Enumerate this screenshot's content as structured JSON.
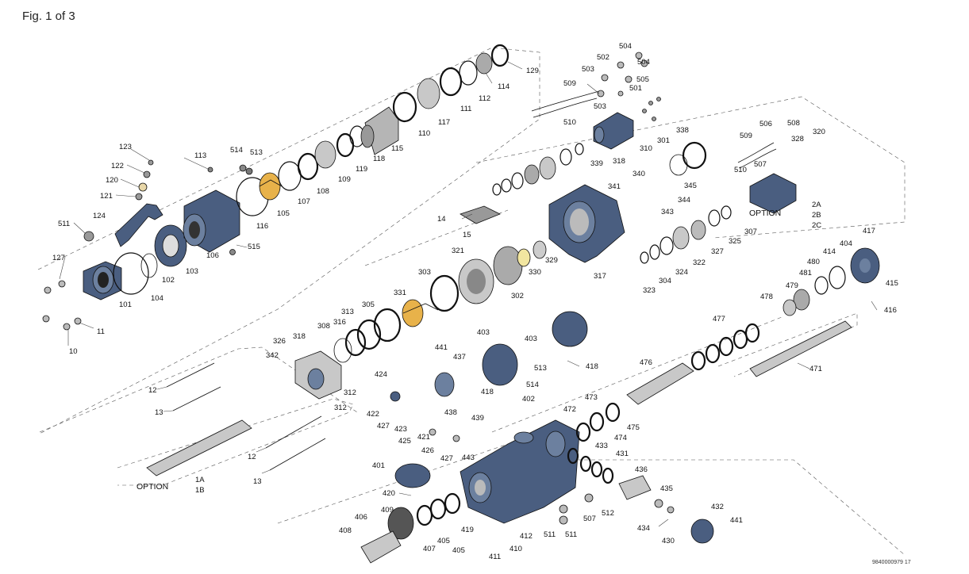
{
  "figure_title": "Fig. 1 of 3",
  "document_number": "9840000979 17",
  "colors": {
    "housing": "#4a5e80",
    "housing_light": "#6c809f",
    "steel": "#c8c8c8",
    "highlight": "#e8b24a",
    "seal": "#2c6b3a",
    "hose": "#3d7a5c",
    "line": "#111111"
  },
  "options": {
    "option_a": "OPTION",
    "option_b": "OPTION",
    "variants_1": [
      "1A",
      "1B"
    ],
    "variants_2": [
      "2A",
      "2B",
      "2C"
    ]
  },
  "callouts": [
    {
      "id": "c129",
      "text": "129"
    },
    {
      "id": "c114",
      "text": "114"
    },
    {
      "id": "c112",
      "text": "112"
    },
    {
      "id": "c111",
      "text": "111"
    },
    {
      "id": "c117",
      "text": "117"
    },
    {
      "id": "c110",
      "text": "110"
    },
    {
      "id": "c115",
      "text": "115"
    },
    {
      "id": "c118",
      "text": "118"
    },
    {
      "id": "c119",
      "text": "119"
    },
    {
      "id": "c109",
      "text": "109"
    },
    {
      "id": "c108",
      "text": "108"
    },
    {
      "id": "c107",
      "text": "107"
    },
    {
      "id": "c105",
      "text": "105"
    },
    {
      "id": "c116",
      "text": "116"
    },
    {
      "id": "c113",
      "text": "113"
    },
    {
      "id": "c514a",
      "text": "514"
    },
    {
      "id": "c513a",
      "text": "513"
    },
    {
      "id": "c123",
      "text": "123"
    },
    {
      "id": "c122",
      "text": "122"
    },
    {
      "id": "c120",
      "text": "120"
    },
    {
      "id": "c121",
      "text": "121"
    },
    {
      "id": "c124",
      "text": "124"
    },
    {
      "id": "c511a",
      "text": "511"
    },
    {
      "id": "c106",
      "text": "106"
    },
    {
      "id": "c515",
      "text": "515"
    },
    {
      "id": "c103",
      "text": "103"
    },
    {
      "id": "c127",
      "text": "127"
    },
    {
      "id": "c102",
      "text": "102"
    },
    {
      "id": "c104",
      "text": "104"
    },
    {
      "id": "c101",
      "text": "101"
    },
    {
      "id": "c11",
      "text": "11"
    },
    {
      "id": "c10",
      "text": "10"
    },
    {
      "id": "c504a",
      "text": "504"
    },
    {
      "id": "c502",
      "text": "502"
    },
    {
      "id": "c504b",
      "text": "504"
    },
    {
      "id": "c503a",
      "text": "503"
    },
    {
      "id": "c505",
      "text": "505"
    },
    {
      "id": "c509a",
      "text": "509"
    },
    {
      "id": "c501",
      "text": "501"
    },
    {
      "id": "c503b",
      "text": "503"
    },
    {
      "id": "c510a",
      "text": "510"
    },
    {
      "id": "c338",
      "text": "338"
    },
    {
      "id": "c301",
      "text": "301"
    },
    {
      "id": "c310",
      "text": "310"
    },
    {
      "id": "c506",
      "text": "506"
    },
    {
      "id": "c508",
      "text": "508"
    },
    {
      "id": "c320",
      "text": "320"
    },
    {
      "id": "c509b",
      "text": "509"
    },
    {
      "id": "c328",
      "text": "328"
    },
    {
      "id": "c507a",
      "text": "507"
    },
    {
      "id": "c510b",
      "text": "510"
    },
    {
      "id": "c339",
      "text": "339"
    },
    {
      "id": "c318a",
      "text": "318"
    },
    {
      "id": "c340",
      "text": "340"
    },
    {
      "id": "c341",
      "text": "341"
    },
    {
      "id": "c345",
      "text": "345"
    },
    {
      "id": "c344",
      "text": "344"
    },
    {
      "id": "c343",
      "text": "343"
    },
    {
      "id": "c14",
      "text": "14"
    },
    {
      "id": "c15",
      "text": "15"
    },
    {
      "id": "c307",
      "text": "307"
    },
    {
      "id": "c325",
      "text": "325"
    },
    {
      "id": "c327",
      "text": "327"
    },
    {
      "id": "c322",
      "text": "322"
    },
    {
      "id": "c324",
      "text": "324"
    },
    {
      "id": "c304",
      "text": "304"
    },
    {
      "id": "c323",
      "text": "323"
    },
    {
      "id": "c317",
      "text": "317"
    },
    {
      "id": "c321",
      "text": "321"
    },
    {
      "id": "c329",
      "text": "329"
    },
    {
      "id": "c330",
      "text": "330"
    },
    {
      "id": "c303",
      "text": "303"
    },
    {
      "id": "c302",
      "text": "302"
    },
    {
      "id": "c331",
      "text": "331"
    },
    {
      "id": "c305",
      "text": "305"
    },
    {
      "id": "c313",
      "text": "313"
    },
    {
      "id": "c316",
      "text": "316"
    },
    {
      "id": "c308",
      "text": "308"
    },
    {
      "id": "c326",
      "text": "326"
    },
    {
      "id": "c318b",
      "text": "318"
    },
    {
      "id": "c342",
      "text": "342"
    },
    {
      "id": "c312a",
      "text": "312"
    },
    {
      "id": "c312b",
      "text": "312"
    },
    {
      "id": "c12a",
      "text": "12"
    },
    {
      "id": "c13a",
      "text": "13"
    },
    {
      "id": "c12b",
      "text": "12"
    },
    {
      "id": "c13b",
      "text": "13"
    },
    {
      "id": "c417",
      "text": "417"
    },
    {
      "id": "c404",
      "text": "404"
    },
    {
      "id": "c414",
      "text": "414"
    },
    {
      "id": "c480",
      "text": "480"
    },
    {
      "id": "c481",
      "text": "481"
    },
    {
      "id": "c479",
      "text": "479"
    },
    {
      "id": "c415",
      "text": "415"
    },
    {
      "id": "c478",
      "text": "478"
    },
    {
      "id": "c416",
      "text": "416"
    },
    {
      "id": "c477",
      "text": "477"
    },
    {
      "id": "c471",
      "text": "471"
    },
    {
      "id": "c476",
      "text": "476"
    },
    {
      "id": "c403a",
      "text": "403"
    },
    {
      "id": "c403b",
      "text": "403"
    },
    {
      "id": "c418a",
      "text": "418"
    },
    {
      "id": "c441a",
      "text": "441"
    },
    {
      "id": "c437",
      "text": "437"
    },
    {
      "id": "c424",
      "text": "424"
    },
    {
      "id": "c513b",
      "text": "513"
    },
    {
      "id": "c514b",
      "text": "514"
    },
    {
      "id": "c418b",
      "text": "418"
    },
    {
      "id": "c402",
      "text": "402"
    },
    {
      "id": "c438",
      "text": "438"
    },
    {
      "id": "c439",
      "text": "439"
    },
    {
      "id": "c422",
      "text": "422"
    },
    {
      "id": "c427a",
      "text": "427"
    },
    {
      "id": "c423",
      "text": "423"
    },
    {
      "id": "c425",
      "text": "425"
    },
    {
      "id": "c421",
      "text": "421"
    },
    {
      "id": "c426",
      "text": "426"
    },
    {
      "id": "c427b",
      "text": "427"
    },
    {
      "id": "c443",
      "text": "443"
    },
    {
      "id": "c473",
      "text": "473"
    },
    {
      "id": "c472",
      "text": "472"
    },
    {
      "id": "c475",
      "text": "475"
    },
    {
      "id": "c474",
      "text": "474"
    },
    {
      "id": "c433",
      "text": "433"
    },
    {
      "id": "c431",
      "text": "431"
    },
    {
      "id": "c436",
      "text": "436"
    },
    {
      "id": "c435",
      "text": "435"
    },
    {
      "id": "c432",
      "text": "432"
    },
    {
      "id": "c441b",
      "text": "441"
    },
    {
      "id": "c434",
      "text": "434"
    },
    {
      "id": "c430",
      "text": "430"
    },
    {
      "id": "c512",
      "text": "512"
    },
    {
      "id": "c507b",
      "text": "507"
    },
    {
      "id": "c511b",
      "text": "511"
    },
    {
      "id": "c511c",
      "text": "511"
    },
    {
      "id": "c412",
      "text": "412"
    },
    {
      "id": "c410",
      "text": "410"
    },
    {
      "id": "c411",
      "text": "411"
    },
    {
      "id": "c401",
      "text": "401"
    },
    {
      "id": "c420",
      "text": "420"
    },
    {
      "id": "c409",
      "text": "409"
    },
    {
      "id": "c406",
      "text": "406"
    },
    {
      "id": "c408",
      "text": "408"
    },
    {
      "id": "c419",
      "text": "419"
    },
    {
      "id": "c405a",
      "text": "405"
    },
    {
      "id": "c407",
      "text": "407"
    },
    {
      "id": "c405b",
      "text": "405"
    }
  ]
}
